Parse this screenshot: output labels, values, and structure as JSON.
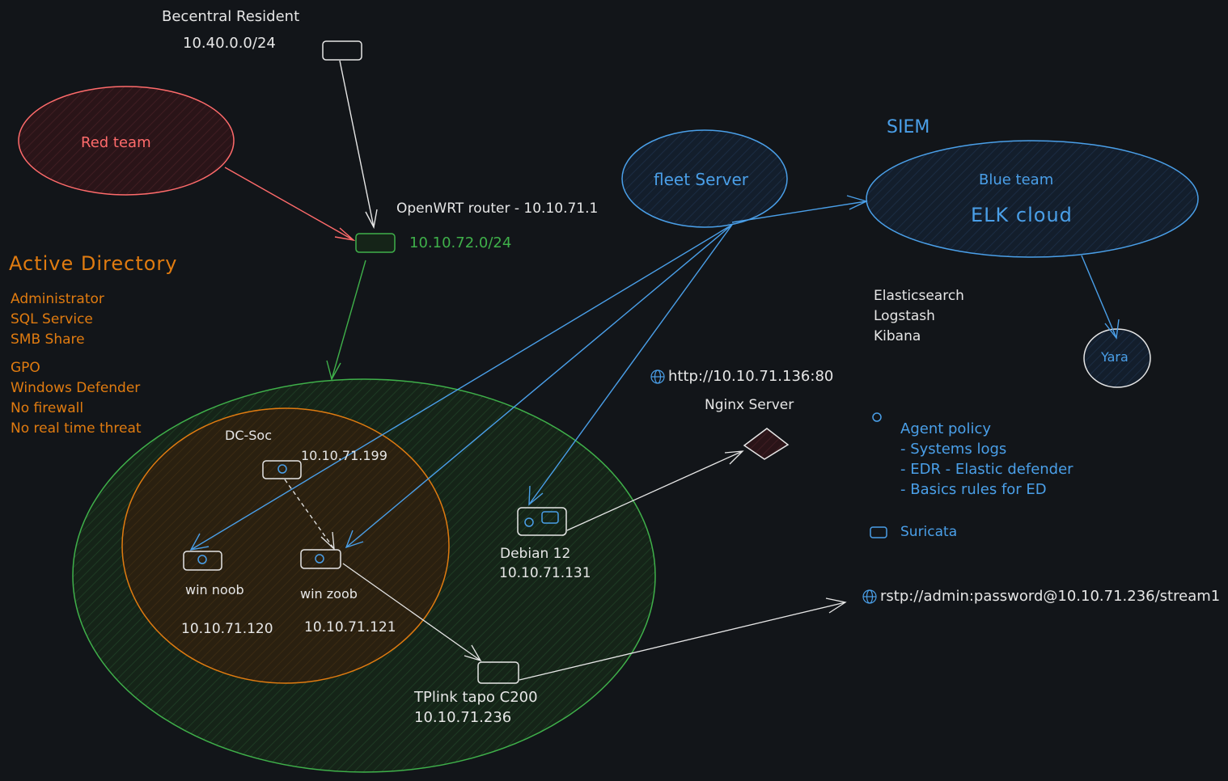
{
  "resident": {
    "title": "Becentral Resident",
    "subnet": "10.40.0.0/24"
  },
  "red_team": {
    "label": "Red team"
  },
  "router": {
    "label": "OpenWRT router - 10.10.71.1",
    "subnet": "10.10.72.0/24"
  },
  "active_directory": {
    "title": "Active Directory",
    "items": [
      "Administrator",
      "SQL Service",
      "SMB Share"
    ],
    "policies": [
      "GPO",
      "Windows Defender",
      "No firewall",
      "No real time threat"
    ]
  },
  "dc": {
    "name": "DC-Soc",
    "ip": "10.10.71.199"
  },
  "win_noob": {
    "name": "win noob",
    "ip": "10.10.71.120"
  },
  "win_zoob": {
    "name": "win zoob",
    "ip": "10.10.71.121"
  },
  "debian": {
    "name": "Debian 12",
    "ip": "10.10.71.131"
  },
  "tplink": {
    "name": "TPlink tapo C200",
    "ip": "10.10.71.236"
  },
  "fleet": {
    "label": "fleet Server"
  },
  "siem": {
    "title": "SIEM",
    "team": "Blue team",
    "cloud": "ELK cloud"
  },
  "elk_stack": [
    "Elasticsearch",
    "Logstash",
    "Kibana"
  ],
  "yara": {
    "label": "Yara"
  },
  "nginx": {
    "url": "http://10.10.71.136:80",
    "name": "Nginx Server"
  },
  "agent_policy": {
    "title": "Agent policy",
    "items": [
      "- Systems logs",
      "- EDR - Elastic defender",
      "- Basics rules for ED"
    ]
  },
  "suricata": {
    "label": "Suricata"
  },
  "stream": {
    "url": "rstp://admin:password@10.10.71.236/stream1"
  },
  "colors": {
    "background": "#121519",
    "blue": "#4a9fe8",
    "green": "#3fb04a",
    "orange": "#e07b10",
    "red": "#ff6b6b",
    "white": "#e6e6e6"
  }
}
